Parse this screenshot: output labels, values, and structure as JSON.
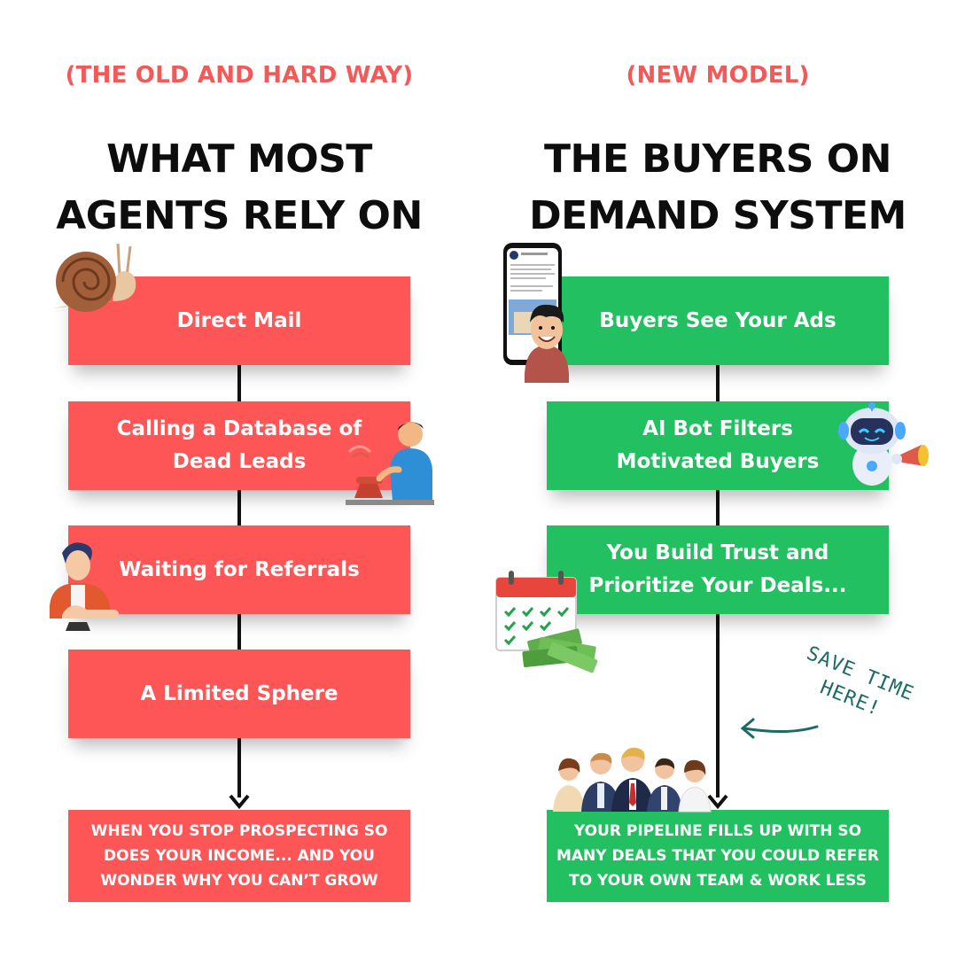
{
  "left": {
    "tag": "(THE OLD AND HARD WAY)",
    "title_line1": "WHAT MOST",
    "title_line2": "AGENTS RELY ON",
    "steps": [
      {
        "line1": "Direct Mail",
        "line2": ""
      },
      {
        "line1": "Calling a Database of",
        "line2": "Dead Leads"
      },
      {
        "line1": "Waiting for Referrals",
        "line2": ""
      },
      {
        "line1": "A Limited Sphere",
        "line2": ""
      }
    ],
    "result": {
      "line1": "WHEN YOU STOP PROSPECTING SO",
      "line2": "DOES YOUR INCOME... AND YOU",
      "line3": "WONDER WHY YOU CAN’T GROW"
    },
    "icons": [
      "snail-icon",
      "phone-caller-icon",
      "bored-man-icon"
    ]
  },
  "right": {
    "tag": "(NEW MODEL)",
    "title_line1": "THE BUYERS ON",
    "title_line2": "DEMAND SYSTEM",
    "steps": [
      {
        "line1": "Buyers See Your Ads",
        "line2": ""
      },
      {
        "line1": "AI Bot Filters",
        "line2": "Motivated Buyers"
      },
      {
        "line1": "You Build Trust and",
        "line2": "Prioritize Your Deals..."
      }
    ],
    "result": {
      "line1": "YOUR PIPELINE FILLS UP WITH SO",
      "line2": "MANY DEALS THAT YOU COULD REFER",
      "line3": "TO YOUR OWN TEAM & WORK LESS"
    },
    "note_line1": "SAVE TIME",
    "note_line2": "HERE!",
    "icons": [
      "phone-ad-icon",
      "robot-icon",
      "calendar-money-icon",
      "team-icon"
    ]
  },
  "colors": {
    "red": "#fe5656",
    "green": "#22c061",
    "tag": "#f25a5a",
    "title": "#0d0d0d",
    "note": "#1b6b64"
  }
}
